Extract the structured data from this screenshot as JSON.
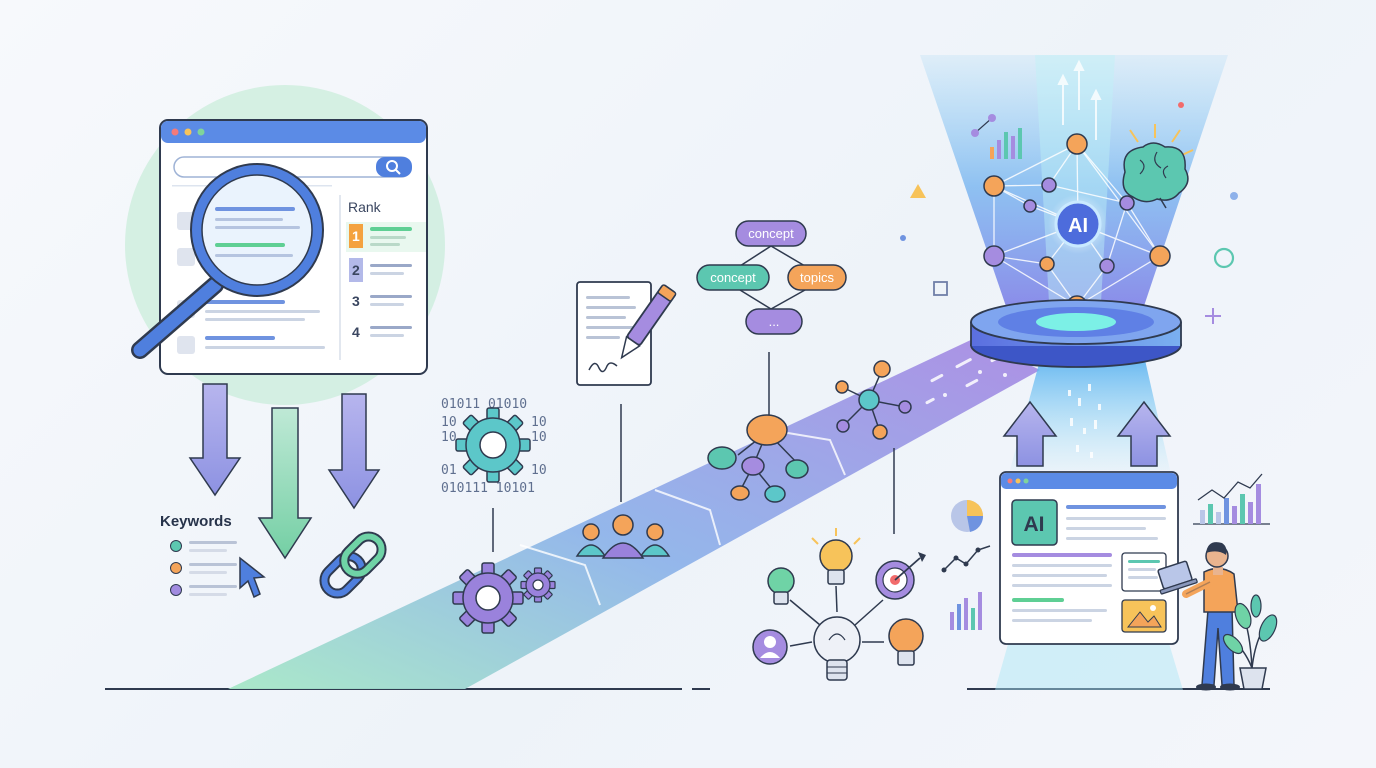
{
  "search_panel": {
    "rank_label": "Rank",
    "rank_numbers": [
      "1",
      "2",
      "3",
      "4"
    ]
  },
  "keywords": {
    "label": "Keywords"
  },
  "binary_text": {
    "lines": [
      "01011 01010",
      "10",
      "10",
      "10",
      "10",
      "01",
      "10",
      "010111 10101"
    ]
  },
  "concept_map": {
    "nodes": [
      "concept",
      "concept",
      "topics",
      "..."
    ]
  },
  "ai_badges": {
    "network_label": "AI",
    "page_label": "AI"
  },
  "colors": {
    "blue": "#4f7fde",
    "purple": "#8a6fdc",
    "green": "#6fd3a6",
    "orange": "#f4a45a",
    "cyan": "#45d6e4",
    "teal": "#5cc7b0",
    "dark": "#27334a"
  }
}
